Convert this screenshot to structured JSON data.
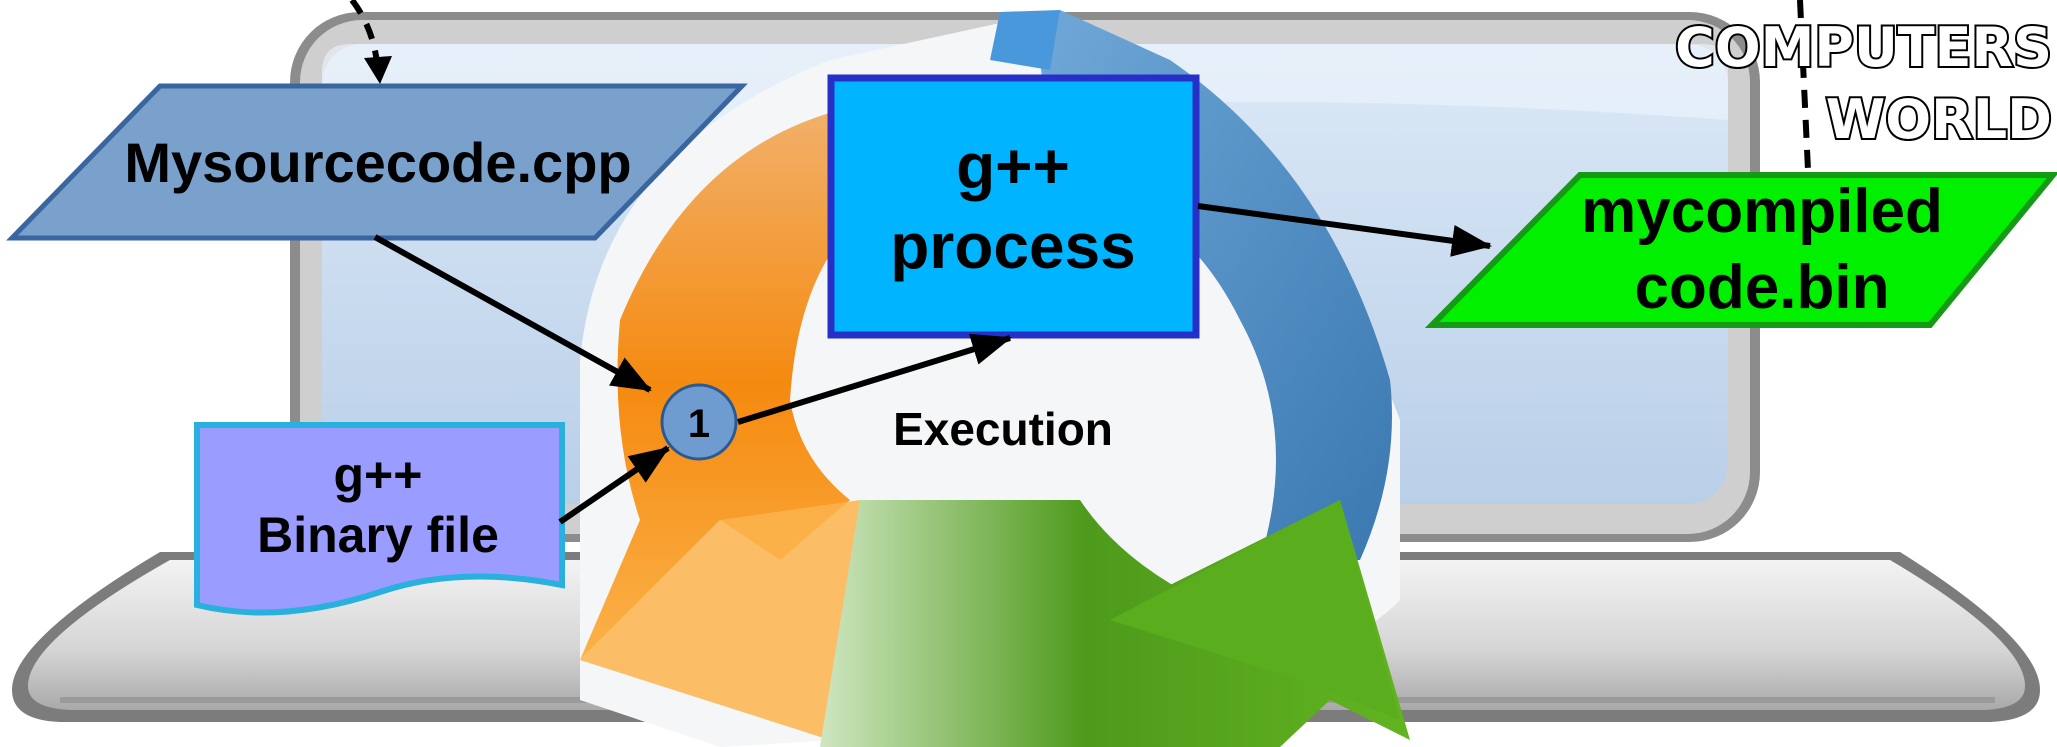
{
  "nodes": {
    "source_file": {
      "label": "Mysourcecode.cpp",
      "color": "#7aa0cc",
      "border": "#3a66a0"
    },
    "binary_file": {
      "line1": "g++",
      "line2": "Binary file",
      "color": "#9a9cff",
      "border": "#2ab0dc"
    },
    "process": {
      "line1": "g++",
      "line2": "process",
      "color": "#00b4ff",
      "border": "#2630c8"
    },
    "output_file": {
      "line1": "mycompiled",
      "line2": "code.bin",
      "color": "#00f000",
      "border": "#149a14"
    },
    "junction": {
      "label": "1",
      "color": "#6e9cd0"
    }
  },
  "edge_labels": {
    "execution": "Execution"
  },
  "brand": {
    "line1": "COMPUTERS",
    "line2": "WORLD"
  },
  "icons": [
    "laptop-icon",
    "refresh-cycle-icon"
  ]
}
